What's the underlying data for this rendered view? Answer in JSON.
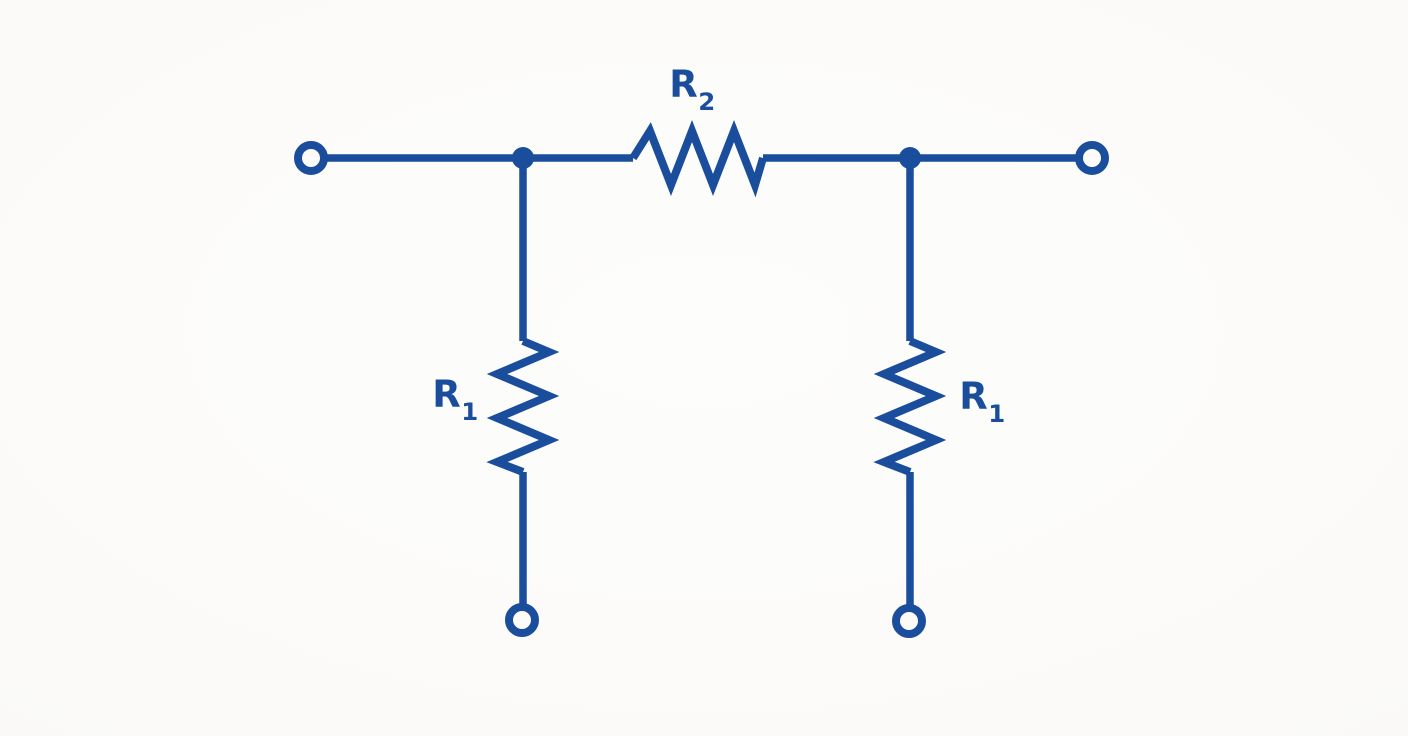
{
  "title": "Resistor attenuator two-port network circuit diagram",
  "colors": {
    "wire": "#1a4e9d",
    "background": "#fbfaf8"
  },
  "circuit": {
    "labels": {
      "r2": {
        "base": "R",
        "sub": "2"
      },
      "r1_left": {
        "base": "R",
        "sub": "1"
      },
      "r1_right": {
        "base": "R",
        "sub": "1"
      }
    },
    "components": [
      {
        "name": "series-resistor-r2",
        "type": "resistor",
        "label": "R2",
        "orientation": "horizontal"
      },
      {
        "name": "shunt-resistor-r1-left",
        "type": "resistor",
        "label": "R1",
        "orientation": "vertical"
      },
      {
        "name": "shunt-resistor-r1-right",
        "type": "resistor",
        "label": "R1",
        "orientation": "vertical"
      },
      {
        "name": "terminal-top-left",
        "type": "open-terminal"
      },
      {
        "name": "terminal-top-right",
        "type": "open-terminal"
      },
      {
        "name": "terminal-bottom-left",
        "type": "open-terminal"
      },
      {
        "name": "terminal-bottom-right",
        "type": "open-terminal"
      },
      {
        "name": "junction-node-left",
        "type": "junction-dot"
      },
      {
        "name": "junction-node-right",
        "type": "junction-dot"
      }
    ]
  }
}
